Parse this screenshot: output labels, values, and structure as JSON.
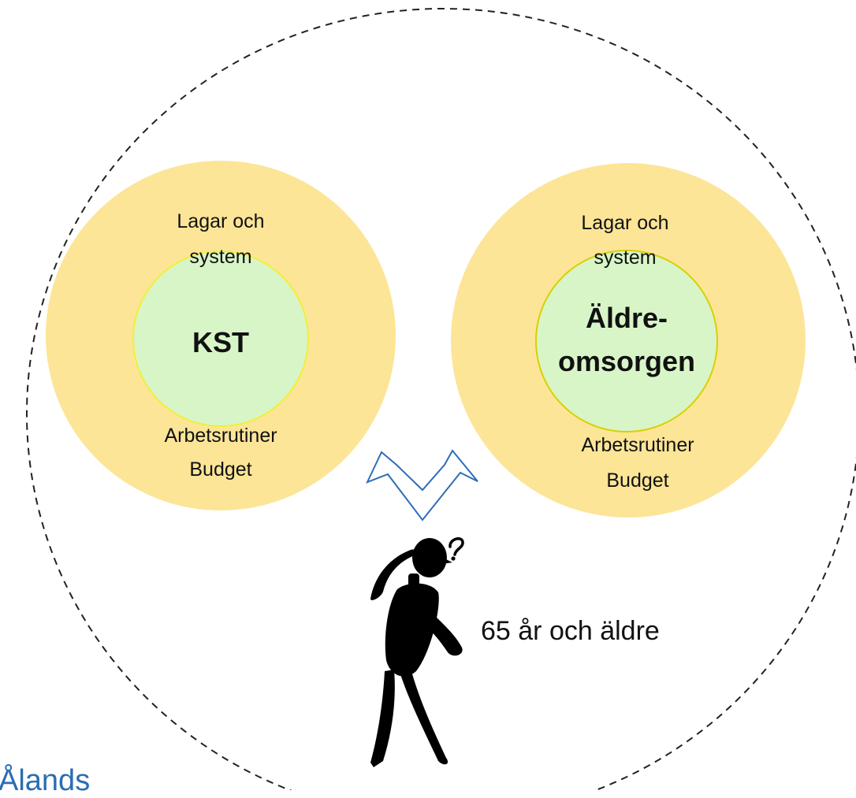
{
  "diagram": {
    "left_circle": {
      "outer_top_label": [
        "Lagar och",
        "system"
      ],
      "core_label": "KST",
      "outer_bottom_label": [
        "Arbetsrutiner",
        "Budget"
      ]
    },
    "right_circle": {
      "outer_top_label": [
        "Lagar och",
        "system"
      ],
      "core_label": [
        "Äldre-",
        "omsorgen"
      ],
      "outer_bottom_label": [
        "Arbetsrutiner",
        "Budget"
      ]
    },
    "person_caption": "65 år och äldre",
    "logo_text": "Ålands"
  },
  "colors": {
    "outer_ring": "#fce597",
    "core_fill": "#d8f5c8",
    "core_border": "#f2ef3a",
    "arrow_stroke": "#2f6db5",
    "dashed_boundary": "#222222",
    "logo": "#2a6db3"
  },
  "icons": {
    "arrow": "double-up-arrow-icon",
    "person": "thinking-person-icon"
  }
}
